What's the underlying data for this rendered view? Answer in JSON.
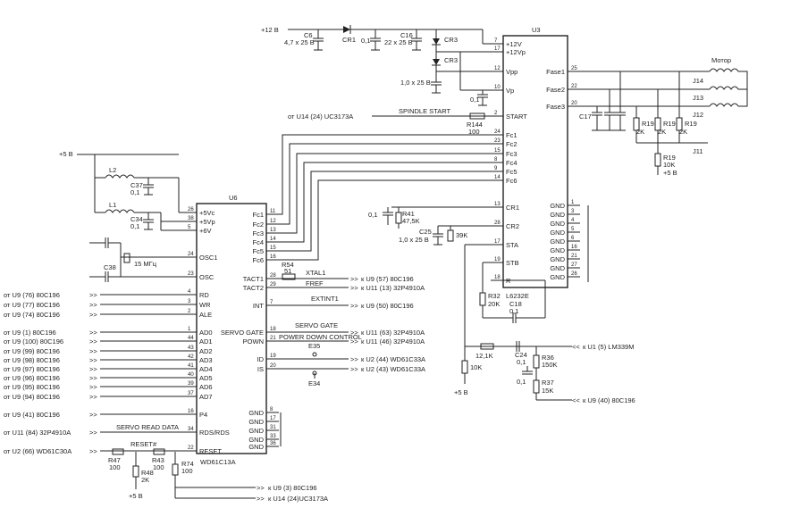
{
  "rails": {
    "v12": "+12 В",
    "v5": "+5 В"
  },
  "ic_u3": {
    "ref": "U3",
    "part": "L6232E",
    "left": [
      {
        "pin": "7",
        "name": "+12V"
      },
      {
        "pin": "17",
        "name": "+12Vp"
      },
      {
        "pin": "12",
        "name": "Vpp"
      },
      {
        "pin": "10",
        "name": "Vp"
      },
      {
        "pin": "2",
        "name": "START"
      },
      {
        "pin": "24",
        "name": "Fc1"
      },
      {
        "pin": "23",
        "name": "Fc2"
      },
      {
        "pin": "15",
        "name": "Fc3"
      },
      {
        "pin": "8",
        "name": "Fc4"
      },
      {
        "pin": "9",
        "name": "Fc5"
      },
      {
        "pin": "14",
        "name": "Fc6"
      },
      {
        "pin": "13",
        "name": "CR1"
      },
      {
        "pin": "28",
        "name": "CR2"
      },
      {
        "pin": "17",
        "name": "STA"
      },
      {
        "pin": "19",
        "name": "STB"
      },
      {
        "pin": "18",
        "name": "R"
      }
    ],
    "right": [
      {
        "pin": "25",
        "name": "Fase1"
      },
      {
        "pin": "22",
        "name": "Fase2"
      },
      {
        "pin": "20",
        "name": "Fase3"
      },
      {
        "pin": "1",
        "name": "GND"
      },
      {
        "pin": "3",
        "name": "GND"
      },
      {
        "pin": "4",
        "name": "GND"
      },
      {
        "pin": "5",
        "name": "GND"
      },
      {
        "pin": "6",
        "name": "GND"
      },
      {
        "pin": "16",
        "name": "GND"
      },
      {
        "pin": "21",
        "name": "GND"
      },
      {
        "pin": "27",
        "name": "GND"
      },
      {
        "pin": "26",
        "name": "GND"
      }
    ]
  },
  "ic_u6": {
    "ref": "U6",
    "part": "WD61C13A",
    "left": [
      {
        "pin": "26",
        "name": "+5Vc"
      },
      {
        "pin": "38",
        "name": "+5Vp"
      },
      {
        "pin": "5",
        "name": "+6V"
      },
      {
        "pin": "24",
        "name": "OSC1"
      },
      {
        "pin": "23",
        "name": "OSC"
      },
      {
        "pin": "4",
        "name": "RD"
      },
      {
        "pin": "3",
        "name": "WR"
      },
      {
        "pin": "2",
        "name": "ALE"
      },
      {
        "pin": "1",
        "name": "AD0"
      },
      {
        "pin": "44",
        "name": "AD1"
      },
      {
        "pin": "43",
        "name": "AD2"
      },
      {
        "pin": "42",
        "name": "AD3"
      },
      {
        "pin": "41",
        "name": "AD4"
      },
      {
        "pin": "40",
        "name": "AD5"
      },
      {
        "pin": "39",
        "name": "AD6"
      },
      {
        "pin": "37",
        "name": "AD7"
      },
      {
        "pin": "16",
        "name": "P4"
      },
      {
        "pin": "34",
        "name": "RDS/RDS"
      },
      {
        "pin": "22",
        "name": "RESET"
      }
    ],
    "right": [
      {
        "pin": "11",
        "name": "Fc1"
      },
      {
        "pin": "12",
        "name": "Fc2"
      },
      {
        "pin": "13",
        "name": "Fc3"
      },
      {
        "pin": "14",
        "name": "Fc4"
      },
      {
        "pin": "15",
        "name": "Fc5"
      },
      {
        "pin": "16",
        "name": "Fc6"
      },
      {
        "pin": "28",
        "name": "TACT1"
      },
      {
        "pin": "29",
        "name": "TACT2"
      },
      {
        "pin": "7",
        "name": "INT"
      },
      {
        "pin": "18",
        "name": "SERVO GATE"
      },
      {
        "pin": "21",
        "name": "POWN"
      },
      {
        "pin": "19",
        "name": "ID"
      },
      {
        "pin": "20",
        "name": "IS"
      },
      {
        "pin": "8",
        "name": "GND"
      },
      {
        "pin": "17",
        "name": "GND"
      },
      {
        "pin": "31",
        "name": "GND"
      },
      {
        "pin": "33",
        "name": "GND"
      },
      {
        "pin": "36",
        "name": "GND"
      }
    ]
  },
  "inputs_left": [
    "от U9 (76) 80C196",
    "от U9 (77) 80C196",
    "от U9 (74) 80C196",
    "от U9 (1) 80C196",
    "от U9 (100) 80C196",
    "от U9 (99) 80C196",
    "от U9 (98) 80C196",
    "от U9 (97) 80C196",
    "от U9 (96) 80C196",
    "от U9 (95) 80C196",
    "от U9 (94) 80C196",
    "от U9 (41) 80C196",
    "от U11 (84) 32P4910A",
    "от U2 (66) WD61C30A"
  ],
  "outputs_right": [
    "к U9 (57) 80C196",
    "к U11 (13) 32P4910A",
    "к U9 (50) 80C196",
    "к U11 (63) 32P4910A",
    "к U11 (46) 32P4910A",
    "к U2 (44) WD61C33A",
    "к U2 (43) WD61C33A"
  ],
  "outputs_bottom": [
    "к U9 (3) 80C196",
    "к U14 (24)UC3173A"
  ],
  "u3_start_source": "от U14 (24) UC3173A",
  "u3_out_lm": "к U1 (5) LM339M",
  "u3_out_u9": "к U9 (40) 80C196",
  "net_labels": {
    "spindle": "SPINDLE START",
    "xtal": "XTAL1",
    "fref": "FREF",
    "extint": "EXTINT1",
    "servo_gate": "SERVO GATE",
    "pdc": "POWER DOWN CONTROL",
    "servo_read": "SERVO READ DATA",
    "reset": "RESET#",
    "e35": "E35",
    "e34": "E34"
  },
  "motor": {
    "label": "Мотор",
    "jumpers": [
      "J14",
      "J13",
      "J12",
      "J11"
    ]
  },
  "components": {
    "c6": "C6",
    "c6_val": "4,7 x 25 В",
    "cr1": "CR1",
    "c_01a": "0,1",
    "c16": "C16",
    "c16_val": "22 x 25 В",
    "cr3a": "CR3",
    "cr3b": "CR3",
    "c_1u": "1,0 x 25 В",
    "c_01b": "0,1",
    "r144": "R144",
    "r144_val": "100",
    "c17": "C17",
    "r19a": "R19",
    "r19a_val": "2K",
    "r19b": "R19",
    "r19b_val": "2K",
    "r19c": "R19",
    "r19c_val": "2K",
    "r19d": "R19",
    "r19d_val": "10K",
    "l2": "L2",
    "l1": "L1",
    "c37": "C37",
    "c37_val": "0,1",
    "c34": "C34",
    "c34_val": "0,1",
    "xtal": "15 МГц",
    "c38": "C38",
    "r54": "R54",
    "r54_val": "51",
    "c_01c": "0,1",
    "r41": "R41",
    "r41_val": "47,5K",
    "c25": "C25",
    "c25_val": "1,0 x 25 В",
    "r_39k": "39K",
    "r32": "R32",
    "r32_val": "20K",
    "c18": "C18",
    "c18_val": "0,1",
    "r_121k": "12,1K",
    "c24": "C24",
    "c24_val": "0,1",
    "r36": "R36",
    "r36_val": "150K",
    "r37": "R37",
    "r37_val": "15K",
    "r_10k": "10K",
    "c_01d": "0,1",
    "r47": "R47",
    "r47_val": "100",
    "r43": "R43",
    "r43_val": "100",
    "r48": "R48",
    "r48_val": "2K",
    "r74": "R74",
    "r74_val": "100"
  }
}
